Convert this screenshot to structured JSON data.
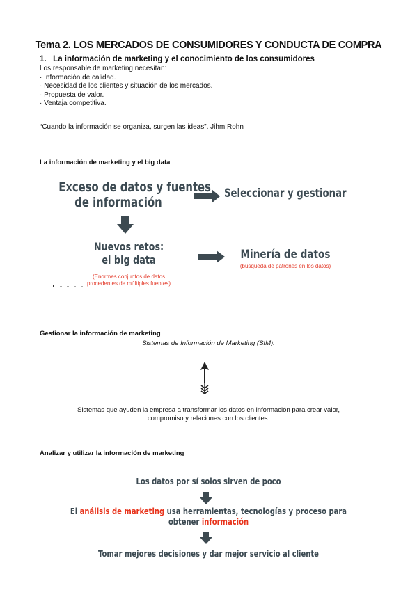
{
  "title": "Tema 2. LOS MERCADOS DE CONSUMIDORES Y CONDUCTA DE COMPRA",
  "heading1": "1.   La información de marketing y el conocimiento de los consumidores",
  "intro": "Los responsable de marketing necesitan:",
  "needs": [
    "Información de calidad.",
    "Necesidad de los clientes y situación de los mercados.",
    "Propuesta de valor.",
    "Ventaja competitiva."
  ],
  "quote": "“Cuando la información se organiza, surgen las ideas”. Jihm Rohn",
  "bigdata": {
    "heading": "La información de marketing y el big data",
    "box1_line1": "Exceso de datos y fuentes",
    "box1_line2": "de información",
    "box2": "Seleccionar y gestionar",
    "box3_line1": "Nuevos retos:",
    "box3_line2": "el big data",
    "box3_note_line1": "(Enormes conjuntos de datos",
    "box3_note_line2": "procedentes de múltiples fuentes)",
    "box4": "Minería de datos",
    "box4_note": "(búsqueda de patrones en los datos)"
  },
  "gestionar": {
    "heading": "Gestionar la información de marketing",
    "sim": "Sistemas de Información de Marketing (SIM).",
    "desc_line1": "Sistemas que ayuden la empresa a transformar los datos en información para crear valor,",
    "desc_line2": "compromiso y relaciones con los clientes."
  },
  "analizar": {
    "heading": "Analizar y utilizar la información de marketing",
    "step1": "Los datos por sí solos sirven de poco",
    "step2_a": "El ",
    "step2_b": "análisis de marketing",
    "step2_c": " usa herramientas, tecnologías y proceso para",
    "step2_d": "obtener ",
    "step2_e": "información",
    "step3": "Tomar mejores decisiones y dar mejor servicio al cliente"
  },
  "colors": {
    "arrow": "#3d4a51",
    "red": "#e8341c",
    "text": "#111111"
  }
}
